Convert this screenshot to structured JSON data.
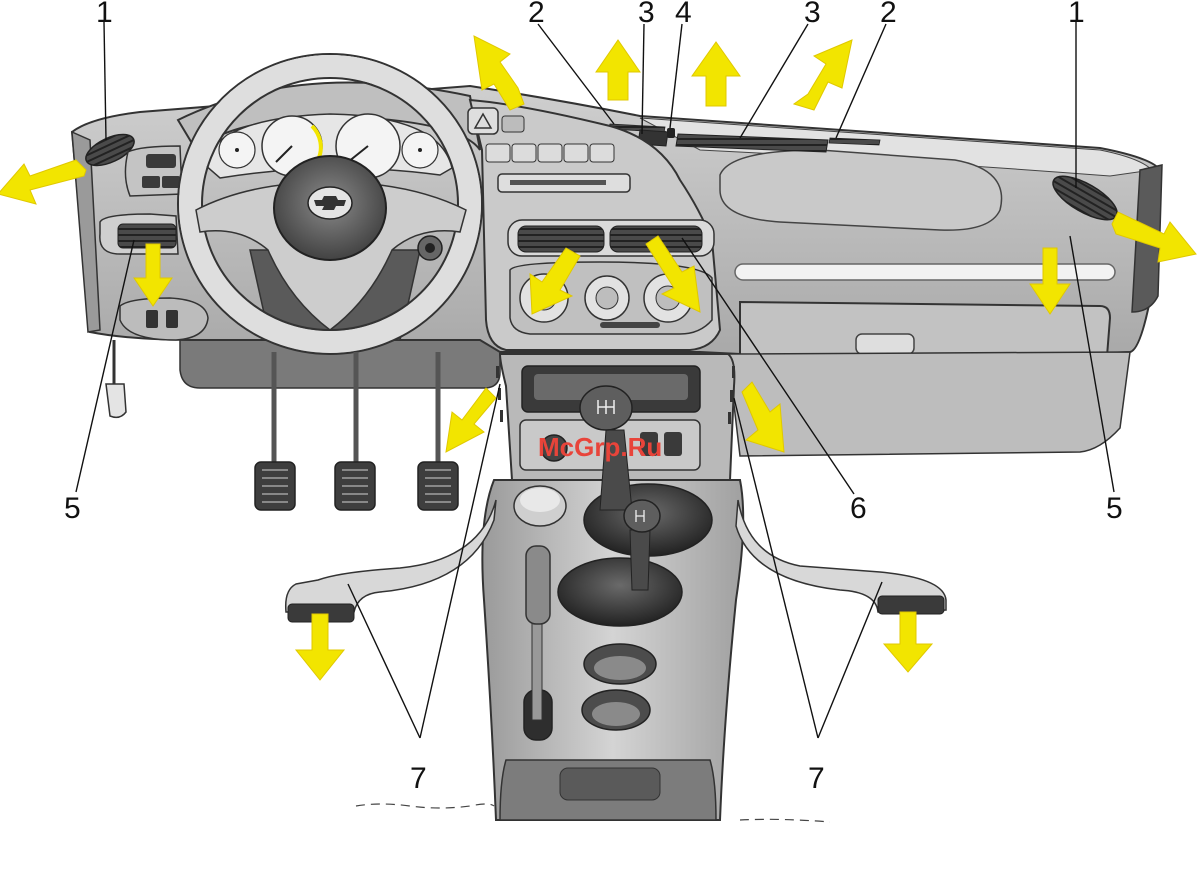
{
  "callouts": {
    "c1_left": "1",
    "c2_left": "2",
    "c3_left": "3",
    "c4": "4",
    "c3_right": "3",
    "c2_right": "2",
    "c1_right": "1",
    "c5_left": "5",
    "c6": "6",
    "c5_right": "5",
    "c7_left": "7",
    "c7_right": "7"
  },
  "watermark": "McGrp.Ru",
  "colors": {
    "airflow_arrow": "#f2e500",
    "outline": "#333333",
    "panel_light": "#d9d9d9",
    "panel_mid": "#b5b5b5",
    "panel_dark": "#6e6e6e"
  }
}
